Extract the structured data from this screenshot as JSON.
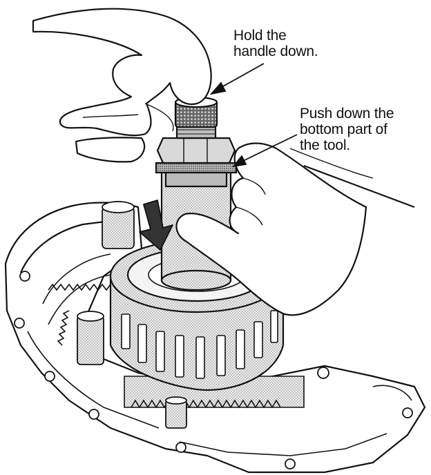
{
  "callouts": {
    "hold": {
      "lines": [
        "Hold the",
        "handle down."
      ]
    },
    "push": {
      "lines": [
        "Push down the",
        "bottom part of",
        "the tool."
      ]
    }
  },
  "colors": {
    "ink": "#111111",
    "paper": "#ffffff",
    "shade": "#cfcfcf",
    "dark_shade": "#8a8a8a"
  },
  "icons": {
    "push_arrow": "downward-arrow-icon"
  }
}
